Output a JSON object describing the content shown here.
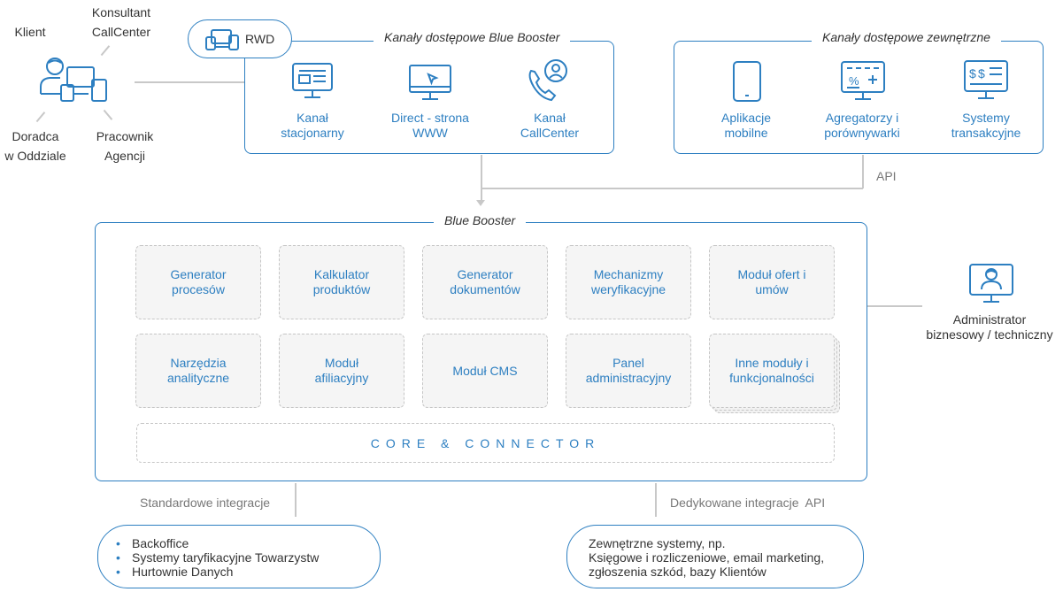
{
  "actors": {
    "klient": "Klient",
    "konsultant_line1": "Konsultant",
    "konsultant_line2": "CallCenter",
    "doradca_line1": "Doradca",
    "doradca_line2": "w Oddziale",
    "pracownik_line1": "Pracownik",
    "pracownik_line2": "Agencji"
  },
  "rwd_label": "RWD",
  "blue_channels": {
    "title": "Kanały dostępowe Blue Booster",
    "items": [
      {
        "line1": "Kanał",
        "line2": "stacjonarny",
        "icon": "desktop-form-icon"
      },
      {
        "line1": "Direct - strona",
        "line2": "WWW",
        "icon": "monitor-cursor-icon"
      },
      {
        "line1": "Kanał",
        "line2": "CallCenter",
        "icon": "phone-agent-icon"
      }
    ]
  },
  "external_channels": {
    "title": "Kanały dostępowe zewnętrzne",
    "items": [
      {
        "line1": "Aplikacje",
        "line2": "mobilne",
        "icon": "mobile-phone-icon"
      },
      {
        "line1": "Agregatorzy i",
        "line2": "porównywarki",
        "icon": "calculator-monitor-icon"
      },
      {
        "line1": "Systemy",
        "line2": "transakcyjne",
        "icon": "dollar-monitor-icon"
      }
    ]
  },
  "api_label": "API",
  "blue_booster": {
    "title": "Blue Booster",
    "modules_row1": [
      {
        "line1": "Generator",
        "line2": "procesów"
      },
      {
        "line1": "Kalkulator",
        "line2": "produktów"
      },
      {
        "line1": "Generator",
        "line2": "dokumentów"
      },
      {
        "line1": "Mechanizmy",
        "line2": "weryfikacyjne"
      },
      {
        "line1": "Moduł ofert i",
        "line2": "umów"
      }
    ],
    "modules_row2": [
      {
        "line1": "Narzędzia",
        "line2": "analityczne"
      },
      {
        "line1": "Moduł",
        "line2": "afiliacyjny"
      },
      {
        "line1": "Moduł CMS",
        "line2": ""
      },
      {
        "line1": "Panel",
        "line2": "administracyjny"
      },
      {
        "line1": "Inne moduły i",
        "line2": "funkcjonalności"
      }
    ],
    "core": "CORE & CONNECTOR"
  },
  "administrator": {
    "line1": "Administrator",
    "line2": "biznesowy / techniczny"
  },
  "standard_integrations": {
    "label": "Standardowe integracje",
    "items": [
      "Backoffice",
      "Systemy taryfikacyjne Towarzystw",
      "Hurtownie Danych"
    ]
  },
  "dedicated_integrations": {
    "label": "Dedykowane integracje  API",
    "line1": "Zewnętrzne systemy, np.",
    "line2": "Księgowe i rozliczeniowe, email marketing,",
    "line3": "zgłoszenia szkód, bazy Klientów"
  },
  "colors": {
    "accent": "#2d7fc1",
    "text": "#333333",
    "muted": "#777777",
    "dash": "#c6c6c6"
  }
}
